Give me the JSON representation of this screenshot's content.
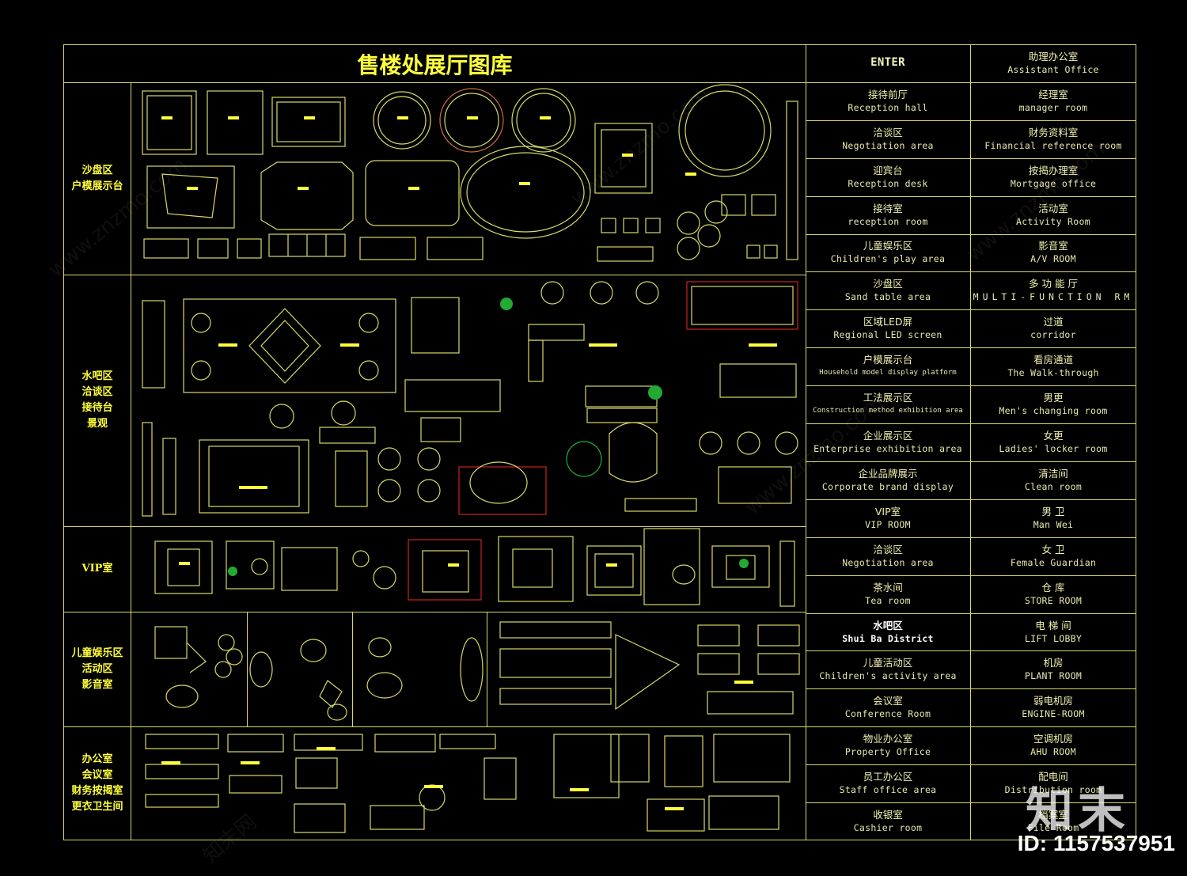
{
  "drawing_title": "售楼处展厅图库",
  "sections": [
    {
      "id": "sand",
      "lines": [
        "沙盘区",
        "户模展示台"
      ]
    },
    {
      "id": "bar",
      "lines": [
        "水吧区",
        "洽谈区",
        "接待台",
        "景观"
      ]
    },
    {
      "id": "vip",
      "lines": [
        "VIP室"
      ]
    },
    {
      "id": "kids",
      "lines": [
        "儿童娱乐区",
        "活动区",
        "影音室"
      ]
    },
    {
      "id": "office",
      "lines": [
        "办公室",
        "会议室",
        "财务按揭室",
        "更衣卫生间"
      ]
    }
  ],
  "legend_left": [
    {
      "zh": "",
      "en": "ENTER"
    },
    {
      "zh": "接待前厅",
      "en": "Reception hall"
    },
    {
      "zh": "洽谈区",
      "en": "Negotiation area"
    },
    {
      "zh": "迎宾台",
      "en": "Reception desk"
    },
    {
      "zh": "接待室",
      "en": "reception room"
    },
    {
      "zh": "儿童娱乐区",
      "en": "Children's play area"
    },
    {
      "zh": "沙盘区",
      "en": "Sand table area"
    },
    {
      "zh": "区域LED屏",
      "en": "Regional LED screen"
    },
    {
      "zh": "户模展示台",
      "en": "Household model display platform"
    },
    {
      "zh": "工法展示区",
      "en": "Construction method exhibition area"
    },
    {
      "zh": "企业展示区",
      "en": "Enterprise exhibition area"
    },
    {
      "zh": "企业品牌展示",
      "en": "Corporate brand display"
    },
    {
      "zh": "VIP室",
      "en": "VIP ROOM"
    },
    {
      "zh": "洽谈区",
      "en": "Negotiation area"
    },
    {
      "zh": "茶水间",
      "en": "Tea room"
    },
    {
      "zh": "水吧区",
      "en": "Shui Ba District"
    },
    {
      "zh": "儿童活动区",
      "en": "Children's activity area"
    },
    {
      "zh": "会议室",
      "en": "Conference Room"
    },
    {
      "zh": "物业办公室",
      "en": "Property Office"
    },
    {
      "zh": "员工办公区",
      "en": "Staff office area"
    },
    {
      "zh": "收银室",
      "en": "Cashier room"
    }
  ],
  "legend_right": [
    {
      "zh": "助理办公室",
      "en": "Assistant Office"
    },
    {
      "zh": "经理室",
      "en": "manager room"
    },
    {
      "zh": "财务资料室",
      "en": "Financial reference room"
    },
    {
      "zh": "按揭办理室",
      "en": "Mortgage office"
    },
    {
      "zh": "活动室",
      "en": "Activity Room"
    },
    {
      "zh": "影音室",
      "en": "A/V ROOM"
    },
    {
      "zh": "多 功 能 厅",
      "en": "MULTI-FUNCTION RM"
    },
    {
      "zh": "过道",
      "en": "corridor"
    },
    {
      "zh": "看房通道",
      "en": "The Walk-through"
    },
    {
      "zh": "男更",
      "en": "Men's changing room"
    },
    {
      "zh": "女更",
      "en": "Ladies' locker room"
    },
    {
      "zh": "清洁间",
      "en": "Clean room"
    },
    {
      "zh": "男 卫",
      "en": "Man Wei"
    },
    {
      "zh": "女 卫",
      "en": "Female Guardian"
    },
    {
      "zh": "仓 库",
      "en": "STORE ROOM"
    },
    {
      "zh": "电 梯 间",
      "en": "LIFT LOBBY"
    },
    {
      "zh": "机房",
      "en": "PLANT ROOM"
    },
    {
      "zh": "弱电机房",
      "en": "ENGINE-ROOM"
    },
    {
      "zh": "空调机房",
      "en": "AHU ROOM"
    },
    {
      "zh": "配电间",
      "en": "Distribution room"
    },
    {
      "zh": "档案室",
      "en": "File Room"
    }
  ],
  "watermark": {
    "logo": "知末",
    "id": "ID: 1157537951",
    "site": "www.znzmo.com",
    "site_zh": "知末网"
  },
  "colors": {
    "line": "#d8d86a",
    "label": "#ffff3c",
    "text": "#e8e8b0",
    "background": "#000000",
    "accent_green": "#22aa33",
    "accent_red": "#cc2222"
  }
}
